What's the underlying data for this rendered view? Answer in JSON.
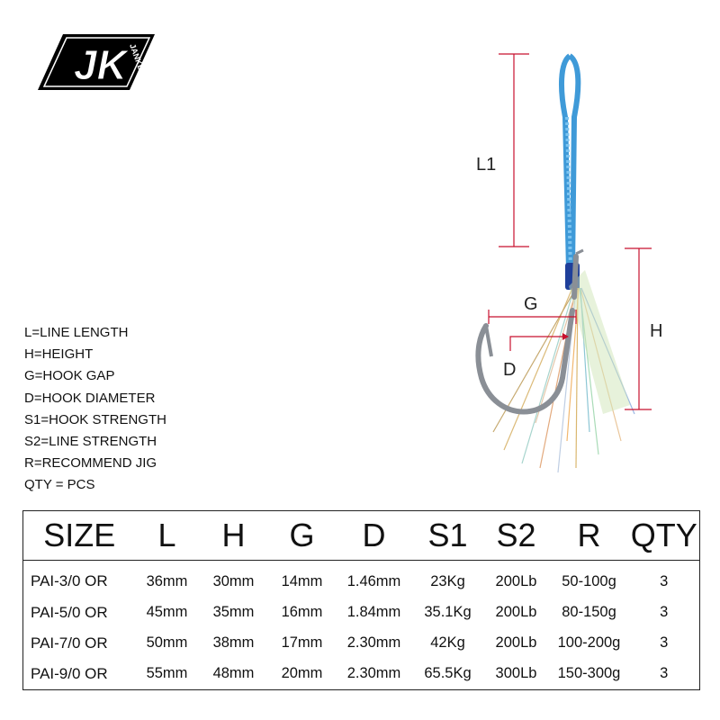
{
  "logo": {
    "text": "JK",
    "sub": "JANKER"
  },
  "legend": [
    "L=LINE LENGTH",
    "H=HEIGHT",
    "G=HOOK GAP",
    "D=HOOK DIAMETER",
    "S1=HOOK STRENGTH",
    "S2=LINE STRENGTH",
    "R=RECOMMEND JIG",
    "QTY = PCS"
  ],
  "dimensions": {
    "l1": "L1",
    "g": "G",
    "h": "H",
    "d": "D"
  },
  "colors": {
    "dimension_line": "#c8102e",
    "line": "#4aa3e0"
  },
  "table": {
    "headers": [
      "SIZE",
      "L",
      "H",
      "G",
      "D",
      "S1",
      "S2",
      "R",
      "QTY"
    ],
    "rows": [
      [
        "PAI-3/0 OR",
        "36mm",
        "30mm",
        "14mm",
        "1.46mm",
        "23Kg",
        "200Lb",
        "50-100g",
        "3"
      ],
      [
        "PAI-5/0 OR",
        "45mm",
        "35mm",
        "16mm",
        "1.84mm",
        "35.1Kg",
        "200Lb",
        "80-150g",
        "3"
      ],
      [
        "PAI-7/0 OR",
        "50mm",
        "38mm",
        "17mm",
        "2.30mm",
        "42Kg",
        "200Lb",
        "100-200g",
        "3"
      ],
      [
        "PAI-9/0 OR",
        "55mm",
        "48mm",
        "20mm",
        "2.30mm",
        "65.5Kg",
        "300Lb",
        "150-300g",
        "3"
      ]
    ]
  }
}
